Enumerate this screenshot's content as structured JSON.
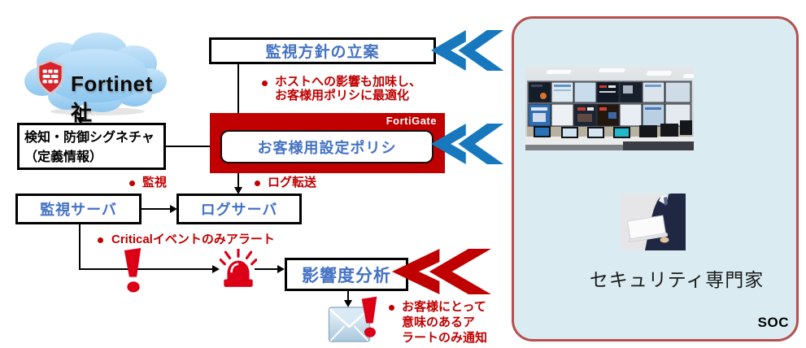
{
  "diagram": {
    "cloud_label": "Fortinet社",
    "signature_box": {
      "line1": "検知・防御シグネチャ",
      "line2": "（定義情報）"
    },
    "plan_box_label": "監視方針の立案",
    "host_bullet": {
      "line1": "ホストへの影響も加味し、",
      "line2": "お客様用ポリシに最適化"
    },
    "fortigate_label": "FortiGate",
    "policy_box_label": "お客様用設定ポリシ",
    "monitor_bullet": "監視",
    "log_forward_bullet": "ログ転送",
    "monitor_server_label": "監視サーバ",
    "log_server_label": "ログサーバ",
    "critical_bullet": "Criticalイベントのみアラート",
    "impact_box_label": "影響度分析",
    "notify_bullet": {
      "line1": "お客様にとって",
      "line2": "意味のあるア",
      "line3": "ラートのみ通知"
    }
  },
  "soc_panel": {
    "expert_label": "セキュリティ専門家",
    "soc_label": "SOC"
  },
  "colors": {
    "diagram_red": "#C00000",
    "alert_red": "#DB0016",
    "box_text_blue": "#4472C4",
    "chevron_blue": "#1778BE",
    "panel_background": "#DAECF2",
    "panel_border": "#B5504E",
    "cloud_blue": "#9CCDF0"
  },
  "icons": {
    "cloud": "cloud-shape",
    "shield": "fortinet-shield-icon",
    "double_chevron": "double-chevron-icon",
    "exclamation": "exclamation-alert-icon",
    "siren": "alarm-lamp-icon",
    "mail": "mail-icon"
  }
}
